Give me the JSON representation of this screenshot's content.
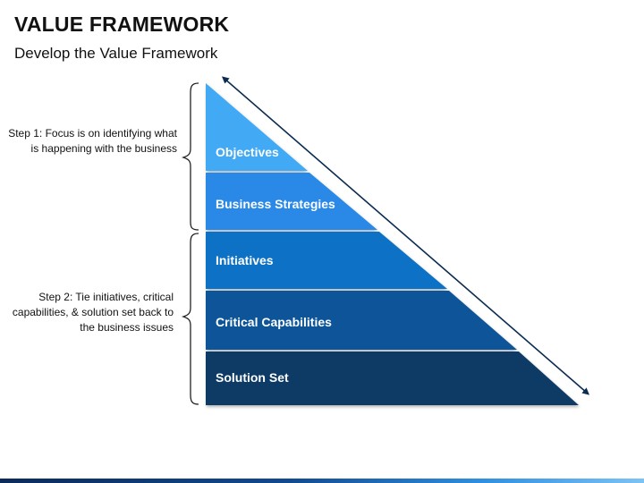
{
  "header": {
    "title": "VALUE FRAMEWORK",
    "subtitle": "Develop the Value Framework"
  },
  "steps": [
    {
      "text": "Step 1:  Focus is on identifying what is happening with the business"
    },
    {
      "text": "Step 2: Tie initiatives, critical capabilities, & solution set back to the business issues"
    }
  ],
  "levels": [
    {
      "label": "Objectives",
      "color": "#43a9f5"
    },
    {
      "label": "Business Strategies",
      "color": "#2b88e6"
    },
    {
      "label": "Initiatives",
      "color": "#0e72c6"
    },
    {
      "label": "Critical Capabilities",
      "color": "#0a5598"
    },
    {
      "label": "Solution Set",
      "color": "#0b3a66"
    }
  ],
  "colors": {
    "arrow": "#0b2c52",
    "brace": "#222222"
  }
}
